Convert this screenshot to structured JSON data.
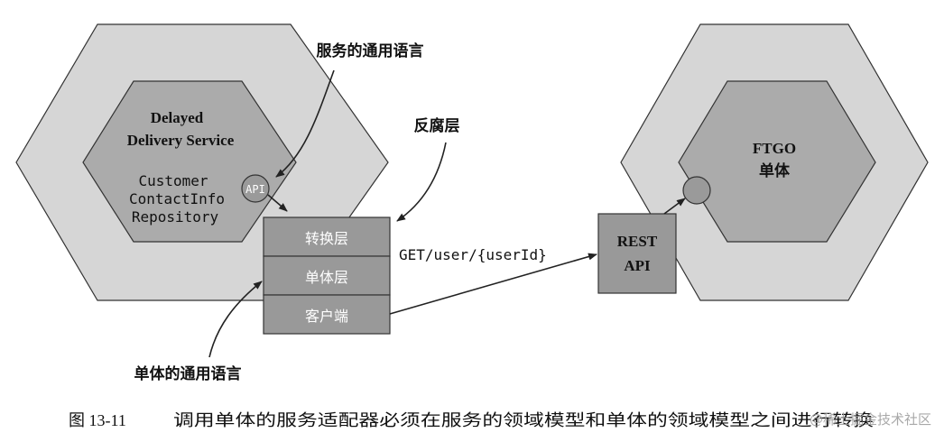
{
  "left_service": {
    "name_line1": "Delayed",
    "name_line2": "Delivery Service",
    "repo_line1": "Customer",
    "repo_line2": "ContactInfo",
    "repo_line3": "Repository",
    "api_label": "API"
  },
  "adapter_layers": [
    "转换层",
    "单体层",
    "客户端"
  ],
  "annotations": {
    "service_language": "服务的通用语言",
    "anti_corruption_layer": "反腐层",
    "monolith_language": "单体的通用语言"
  },
  "request_label": "GET/user/{userId}",
  "rest_api": {
    "line1": "REST",
    "line2": "API"
  },
  "monolith": {
    "line1": "FTGO",
    "line2": "单体"
  },
  "caption": {
    "number": "图 13-11",
    "text": "调用单体的服务适配器必须在服务的领域模型和单体的领域模型之间进行转换"
  },
  "watermark": "@稀土掘金技术社区",
  "colors": {
    "outer_hex": "#d6d6d6",
    "inner_hex": "#ababab",
    "box_fill": "#999999",
    "api_circle": "#9a9a9a",
    "stroke": "#222222"
  }
}
